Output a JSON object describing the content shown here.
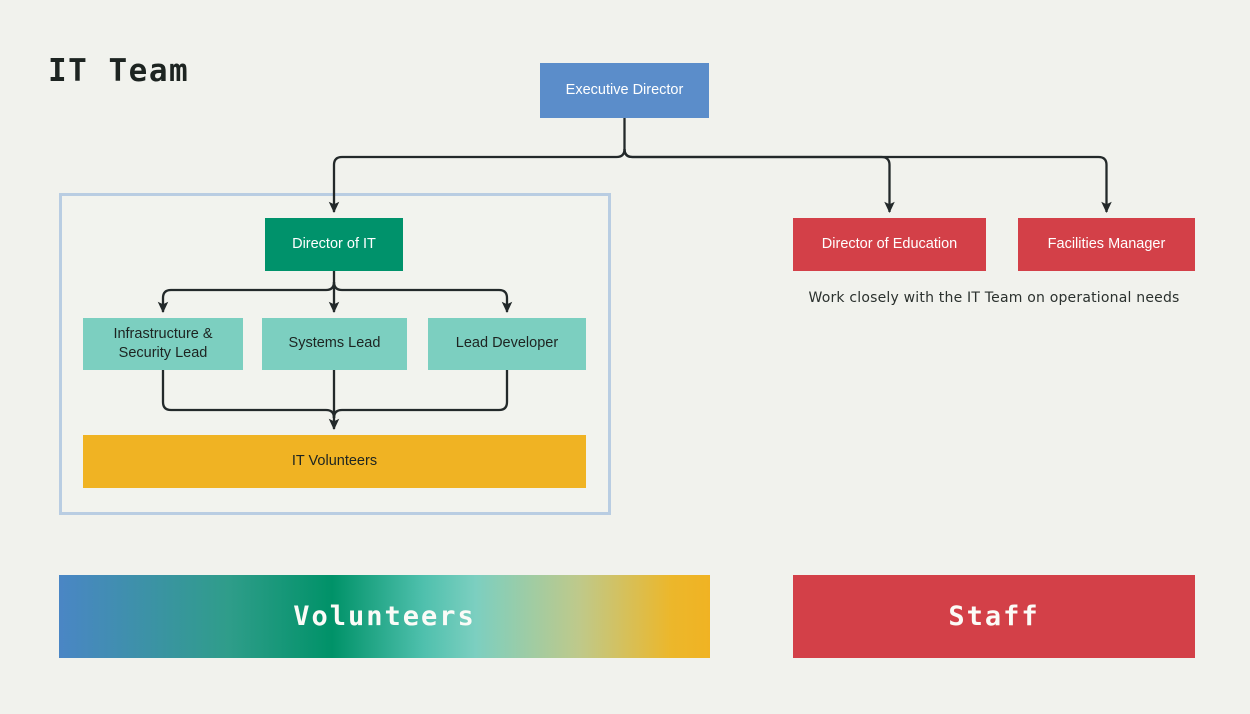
{
  "page": {
    "title": "IT Team",
    "background_color": "#f1f2ed"
  },
  "colors": {
    "executive": "#5b8dca",
    "director_it": "#00926b",
    "lead": "#7ccfc0",
    "volunteers": "#f0b323",
    "staff": "#d34048",
    "container_border": "#b9cde2",
    "connector": "#23292a",
    "text_dark": "#1d2421",
    "text_light": "#ffffff"
  },
  "chart_data": {
    "type": "diagram",
    "title": "IT Team",
    "nodes": [
      {
        "id": "executive_director",
        "label": "Executive Director",
        "tier": 0,
        "category": "staff",
        "color": "#5b8dca"
      },
      {
        "id": "director_of_it",
        "label": "Director of IT",
        "tier": 1,
        "category": "volunteer",
        "color": "#00926b"
      },
      {
        "id": "director_of_education",
        "label": "Director of Education",
        "tier": 1,
        "category": "staff",
        "color": "#d34048"
      },
      {
        "id": "facilities_manager",
        "label": "Facilities Manager",
        "tier": 1,
        "category": "staff",
        "color": "#d34048"
      },
      {
        "id": "infrastructure_security_lead",
        "label": "Infrastructure & Security Lead",
        "tier": 2,
        "category": "volunteer",
        "color": "#7ccfc0"
      },
      {
        "id": "systems_lead",
        "label": "Systems Lead",
        "tier": 2,
        "category": "volunteer",
        "color": "#7ccfc0"
      },
      {
        "id": "lead_developer",
        "label": "Lead Developer",
        "tier": 2,
        "category": "volunteer",
        "color": "#7ccfc0"
      },
      {
        "id": "it_volunteers",
        "label": "IT Volunteers",
        "tier": 3,
        "category": "volunteer",
        "color": "#f0b323"
      }
    ],
    "edges": [
      {
        "from": "executive_director",
        "to": "director_of_it"
      },
      {
        "from": "executive_director",
        "to": "director_of_education"
      },
      {
        "from": "executive_director",
        "to": "facilities_manager"
      },
      {
        "from": "director_of_it",
        "to": "infrastructure_security_lead"
      },
      {
        "from": "director_of_it",
        "to": "systems_lead"
      },
      {
        "from": "director_of_it",
        "to": "lead_developer"
      },
      {
        "from": "infrastructure_security_lead",
        "to": "it_volunteers"
      },
      {
        "from": "systems_lead",
        "to": "it_volunteers"
      },
      {
        "from": "lead_developer",
        "to": "it_volunteers"
      }
    ],
    "groups": [
      {
        "id": "it_team_group",
        "label": "IT Team",
        "members": [
          "director_of_it",
          "infrastructure_security_lead",
          "systems_lead",
          "lead_developer",
          "it_volunteers"
        ]
      }
    ],
    "annotations": [
      {
        "text": "Work closely with the IT Team on operational needs",
        "attached_to": [
          "director_of_education",
          "facilities_manager"
        ]
      }
    ]
  },
  "nodes": {
    "executive_director": "Executive Director",
    "director_of_it": "Director of IT",
    "infrastructure_security_lead": "Infrastructure &\nSecurity Lead",
    "infrastructure_security_lead_line1": "Infrastructure &",
    "infrastructure_security_lead_line2": "Security Lead",
    "systems_lead": "Systems Lead",
    "lead_developer": "Lead Developer",
    "it_volunteers": "IT Volunteers",
    "director_of_education": "Director of Education",
    "facilities_manager": "Facilities Manager"
  },
  "notes": {
    "staff_note": "Work closely with the IT Team on operational needs"
  },
  "legend": {
    "volunteers": "Volunteers",
    "staff": "Staff"
  }
}
